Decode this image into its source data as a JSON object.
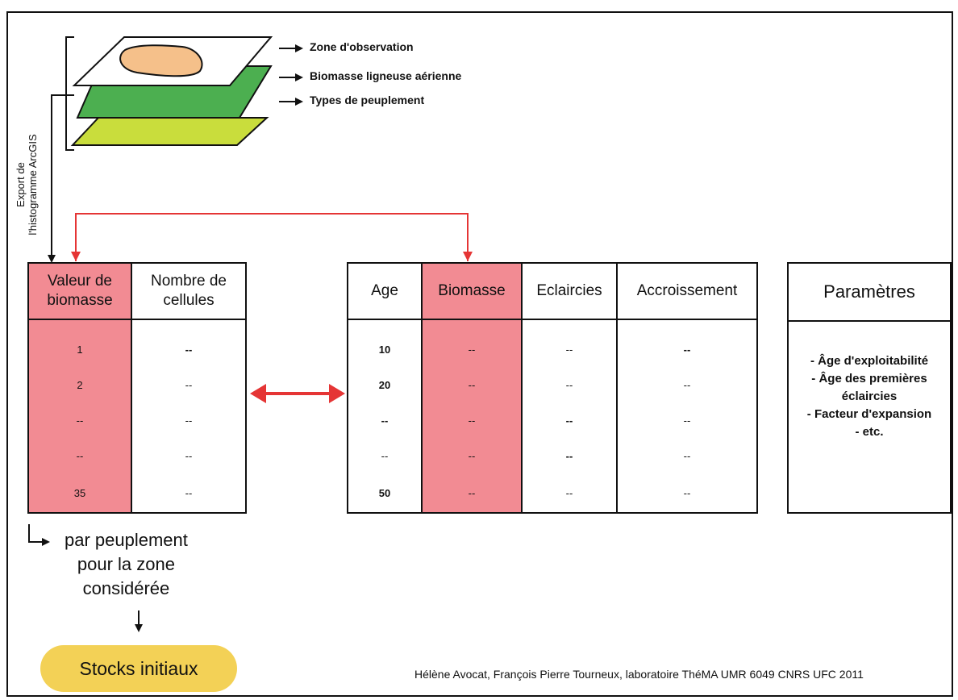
{
  "layers": {
    "labels": [
      "Zone d'observation",
      "Biomasse ligneuse aérienne",
      "Types de peuplement"
    ],
    "colors": {
      "top": "#ffffff",
      "blob": "#f5c08a",
      "middle": "#4caf50",
      "bottom": "#c9dd3c"
    }
  },
  "export_label": {
    "line1": "Export de",
    "line2": "l'histogramme ArcGIS"
  },
  "table1": {
    "headers": [
      "Valeur de biomasse",
      "Nombre de cellules"
    ],
    "col1": [
      "1",
      "2",
      "--",
      "--",
      "35"
    ],
    "col2": [
      "--",
      "--",
      "--",
      "--",
      "--"
    ]
  },
  "table2": {
    "headers": [
      "Age",
      "Biomasse",
      "Eclaircies",
      "Accroissement"
    ],
    "col_age": [
      "10",
      "20",
      "--",
      "--",
      "50"
    ],
    "col_biomasse": [
      "--",
      "--",
      "--",
      "--",
      "--"
    ],
    "col_eclaircies": [
      "--",
      "--",
      "--",
      "--",
      "--"
    ],
    "col_accroissement": [
      "--",
      "--",
      "--",
      "--",
      "--"
    ]
  },
  "params": {
    "header": "Paramètres",
    "items": [
      "- Âge d'exploitabilité",
      "- Âge des premières",
      "éclaircies",
      "- Facteur d'expansion",
      "- etc."
    ]
  },
  "note": {
    "line1": "par peuplement",
    "line2": "pour la zone",
    "line3": "considérée"
  },
  "stocks_label": "Stocks initiaux",
  "credit": "Hélène Avocat, François Pierre Tourneux, laboratoire ThéMA UMR 6049 CNRS UFC 2011",
  "colors": {
    "highlight": "#f28b93",
    "arrow_red": "#e53535",
    "stocks_fill": "#f3d156"
  }
}
